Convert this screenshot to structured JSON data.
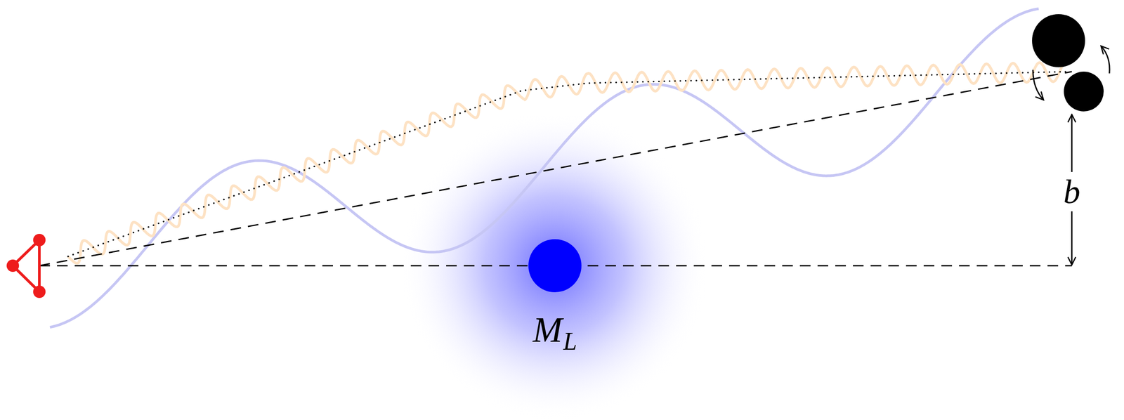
{
  "diagram": {
    "labels": [
      "M",
      "L",
      "b"
    ]
  }
}
